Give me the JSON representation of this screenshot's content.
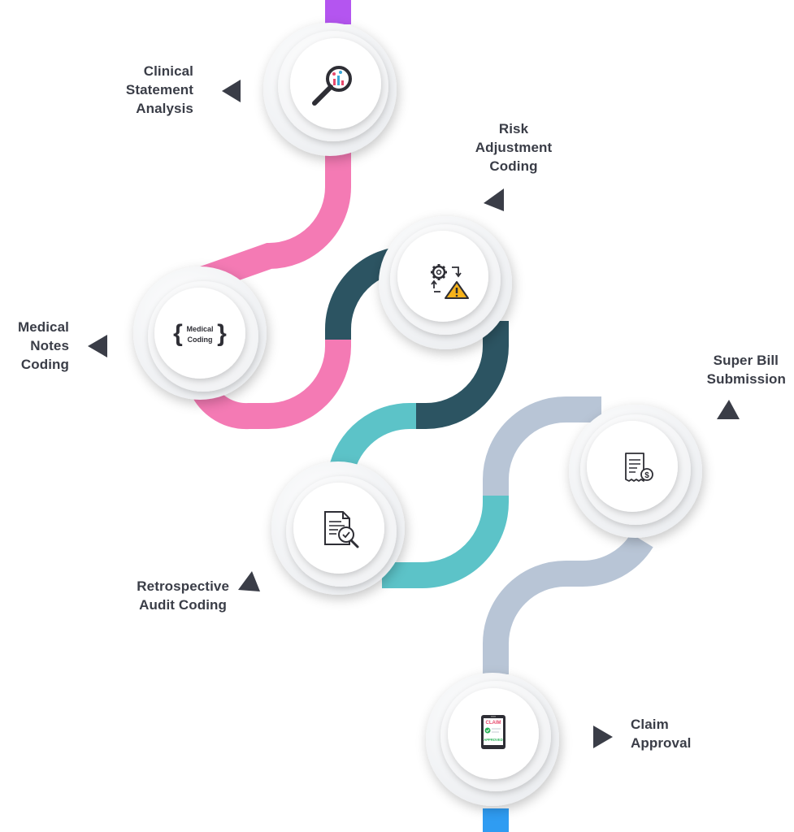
{
  "steps": [
    {
      "label_lines": [
        "Clinical",
        "Statement",
        "Analysis"
      ],
      "icon": "magnifier-chart-icon"
    },
    {
      "label_lines": [
        "Medical",
        "Notes",
        "Coding"
      ],
      "icon": "medical-coding-braces-icon",
      "icon_text": [
        "Medical",
        "Coding"
      ]
    },
    {
      "label_lines": [
        "Risk",
        "Adjustment",
        "Coding"
      ],
      "icon": "gear-warning-icon"
    },
    {
      "label_lines": [
        "Retrospective",
        "Audit Coding"
      ],
      "icon": "document-audit-icon"
    },
    {
      "label_lines": [
        "Super Bill",
        "Submission"
      ],
      "icon": "receipt-dollar-icon"
    },
    {
      "label_lines": [
        "Claim",
        "Approval"
      ],
      "icon": "claim-approved-tablet-icon",
      "icon_text": [
        "CLAIM",
        "APPROVED"
      ]
    }
  ],
  "colors": {
    "purple": "#b455f0",
    "pink": "#f47ab4",
    "dark_teal": "#2c5462",
    "teal": "#5cc3c8",
    "gray_blue": "#b8c5d6",
    "blue": "#2f9cf2",
    "arrow": "#3a3d47",
    "text": "#3a3d47"
  }
}
